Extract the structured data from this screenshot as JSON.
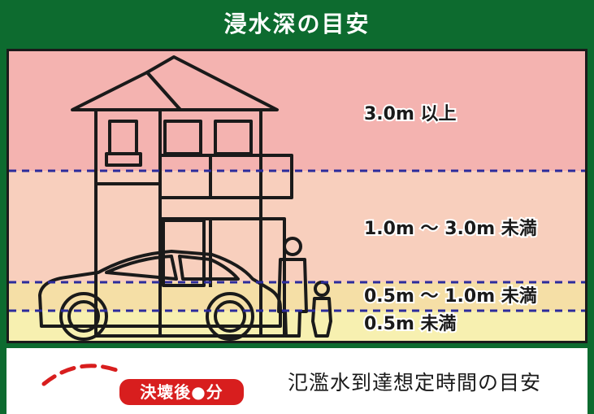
{
  "header": {
    "title": "浸水深の目安"
  },
  "bands": [
    {
      "label": "3.0m 以上",
      "color": "#f4b3b0"
    },
    {
      "label": "1.0m ～ 3.0m 未満",
      "color": "#f8cfbd"
    },
    {
      "label": "0.5m ～ 1.0m 未満",
      "color": "#f5dfa6"
    },
    {
      "label": "0.5m 未満",
      "color": "#f7f0b0"
    }
  ],
  "legend": {
    "badge_text": "決壊後●分",
    "label": "氾濫水到達想定時間の目安",
    "arc_color": "#d81e1e"
  },
  "colors": {
    "frame": "#0d6b2f",
    "dashed_line": "#2c2c9c"
  }
}
